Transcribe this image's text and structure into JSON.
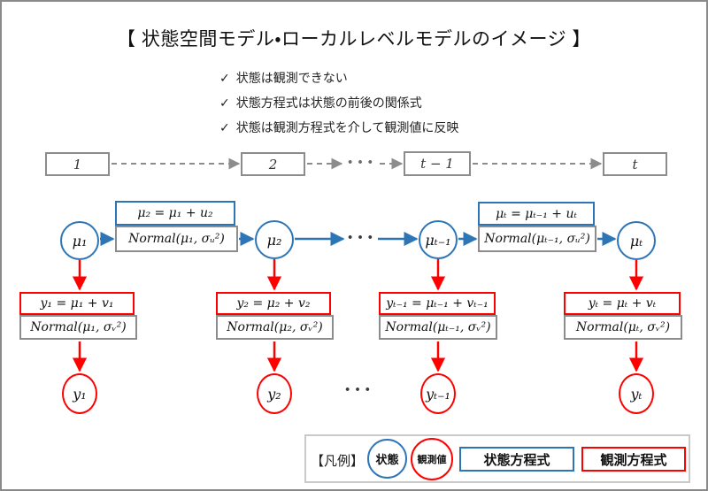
{
  "title": "【 状態空間モデル・ローカルレベルモデルのイメージ 】",
  "notes": {
    "check": "✓",
    "items": [
      "状態は観測できない",
      "状態方程式は状態の前後の関係式",
      "状態は観測方程式を介して観測値に反映"
    ]
  },
  "timeline": {
    "labels": [
      "1",
      "2",
      "t − 1",
      "t"
    ],
    "dots": "···"
  },
  "state_row": {
    "nodes": [
      "μ₁",
      "μ₂",
      "μₜ₋₁",
      "μₜ"
    ],
    "dots": "···"
  },
  "state_equations": [
    {
      "equation": "μ₂ = μ₁ + u₂",
      "distribution": "Normal(μ₁, σᵤ²)"
    },
    {
      "equation": "μₜ = μₜ₋₁ + uₜ",
      "distribution": "Normal(μₜ₋₁, σᵤ²)"
    }
  ],
  "observation_equations": [
    {
      "equation": "y₁ = μ₁ + v₁",
      "distribution": "Normal(μ₁, σᵥ²)"
    },
    {
      "equation": "y₂ = μ₂ + v₂",
      "distribution": "Normal(μ₂, σᵥ²)"
    },
    {
      "equation": "yₜ₋₁ = μₜ₋₁ + vₜ₋₁",
      "distribution": "Normal(μₜ₋₁, σᵥ²)"
    },
    {
      "equation": "yₜ = μₜ + vₜ",
      "distribution": "Normal(μₜ, σᵥ²)"
    }
  ],
  "observation_row": {
    "nodes": [
      "y₁",
      "y₂",
      "yₜ₋₁",
      "yₜ"
    ],
    "dots": "···"
  },
  "legend": {
    "bracket_label": "【凡例】",
    "state_label": "状態",
    "observation_label": "観測値",
    "state_equation_label": "状態方程式",
    "observation_equation_label": "観測方程式"
  },
  "colors": {
    "state_blue": "#2E75B6",
    "observation_red": "#FF0000",
    "box_gray": "#8C8C8C"
  }
}
